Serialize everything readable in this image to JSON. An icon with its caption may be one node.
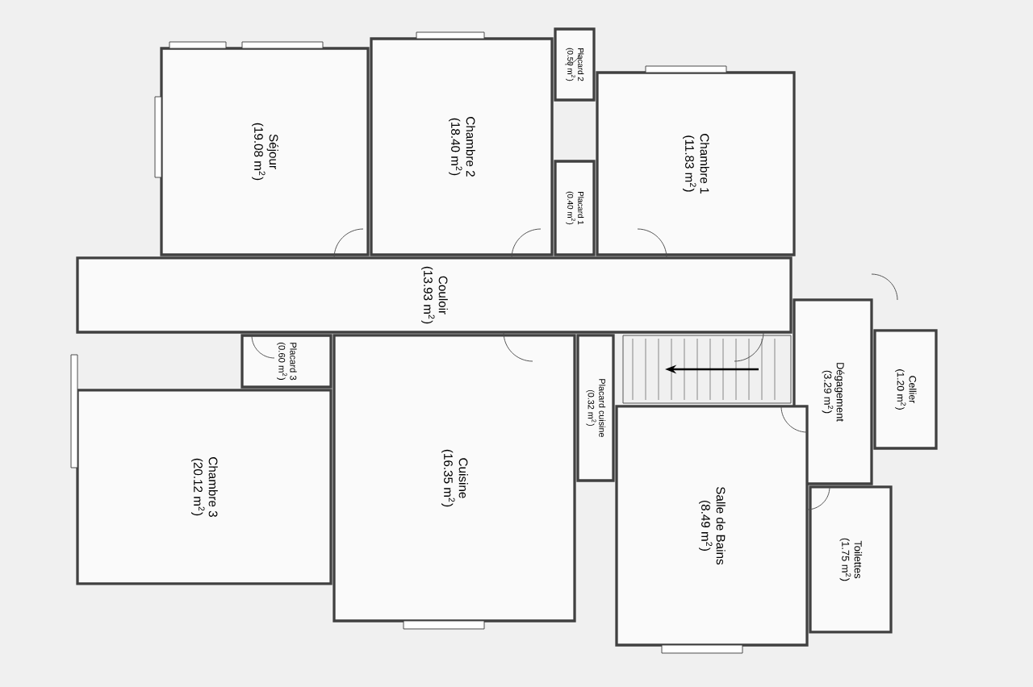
{
  "diagram": {
    "nodes": [
      {
        "text": [
          "Séjour",
          "(19.08 m$^{2}$)"
        ]
      },
      {
        "text": [
          "Chambre 2",
          "(18.40 m$^{2}$)"
        ]
      },
      {
        "text": [
          "Placard 2",
          "(0.50 m$^{2}$)"
        ]
      },
      {
        "text": [
          "Chambre 1",
          "(11.83 m$^{2}$)"
        ]
      },
      {
        "text": [
          "Placard 1",
          "(0.40 m$^{2}$)"
        ]
      },
      {
        "text": [
          "Couloir",
          "(13.93 m$^{2}$)"
        ]
      },
      {
        "text": [
          "Placard 3",
          "(0.60 m$^{2}$)"
        ]
      },
      {
        "text": [
          "Chambre 3",
          "(20.12 m$^{2}$)"
        ]
      },
      {
        "text": [
          "Cuisine",
          "(16.35 m$^{2}$)"
        ]
      },
      {
        "text": [
          "Placard cuisine",
          "(0.32 m$^{2}$)"
        ]
      },
      {
        "text": [
          "Cellier",
          "(1.20 m$^{2}$)"
        ]
      },
      {
        "text": [
          "Dégagement",
          "(3.29 m$^{2}$)"
        ]
      },
      {
        "text": [
          "Salle de Bains",
          "(8.49 m$^{2}$)"
        ]
      },
      {
        "text": [
          "Toilettes",
          "(1.75 m$^{2}$)"
        ]
      }
    ]
  }
}
